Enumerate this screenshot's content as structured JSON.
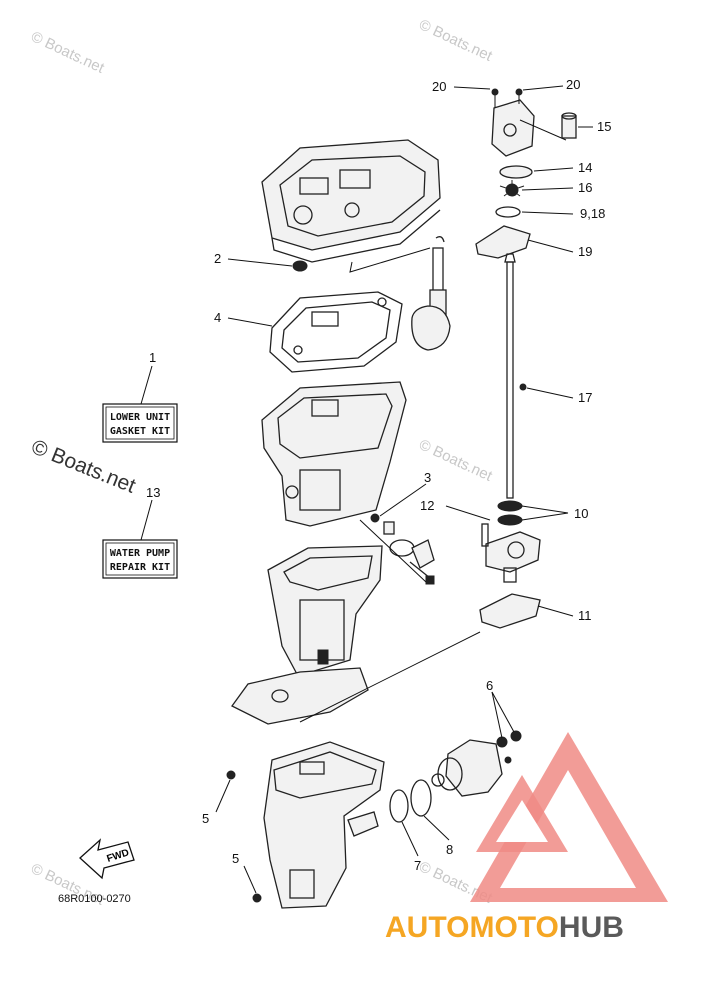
{
  "watermarks": {
    "top_left": "© Boats.net",
    "top_right": "© Boats.net",
    "side": "© Boats.net",
    "mid_right": "© Boats.net",
    "bottom_left": "© Boats.net",
    "bottom_right": "© Boats.net"
  },
  "kits": {
    "kit1": {
      "line1": "LOWER UNIT",
      "line2": "GASKET KIT"
    },
    "kit13": {
      "line1": "WATER PUMP",
      "line2": "REPAIR KIT"
    }
  },
  "callouts": {
    "c1": "1",
    "c2": "2",
    "c3": "3",
    "c4": "4",
    "c5a": "5",
    "c5b": "5",
    "c6": "6",
    "c7": "7",
    "c8": "8",
    "c918": "9,18",
    "c10": "10",
    "c11": "11",
    "c12": "12",
    "c13": "13",
    "c14": "14",
    "c15": "15",
    "c16": "16",
    "c17": "17",
    "c19": "19",
    "c20a": "20",
    "c20b": "20"
  },
  "fwd_label": "FWD",
  "diagram_code": "68R0100-0270",
  "brand": {
    "part1": "AUTO",
    "part2": "MOTO",
    "part3": "HUB"
  },
  "colors": {
    "brand_orange": "#f5a623",
    "brand_gray": "#5a5a5a",
    "logo_red": "#f08b85"
  }
}
